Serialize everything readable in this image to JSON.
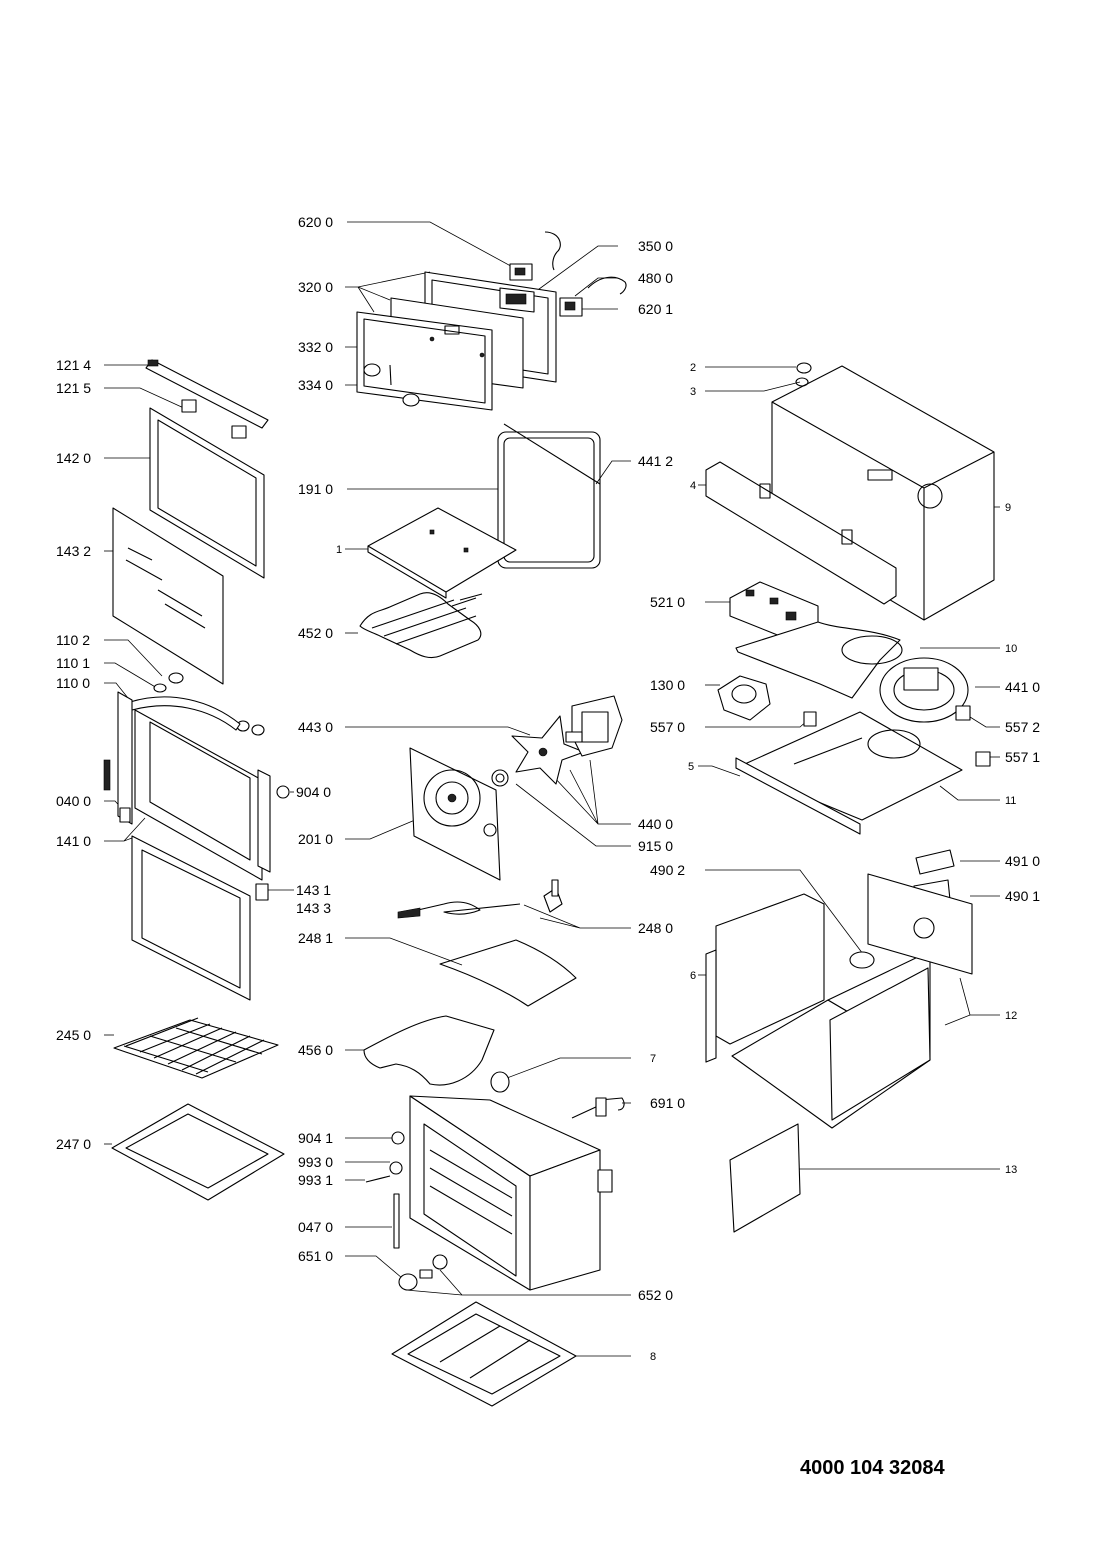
{
  "document_code": "4000 104 32084",
  "labels": {
    "l6200": "620 0",
    "l3500": "350 0",
    "l4800": "480 0",
    "l3200": "320 0",
    "l6201": "620 1",
    "l3320": "332 0",
    "l3340": "334 0",
    "l1214": "121 4",
    "l1215": "121 5",
    "l2": "2",
    "l3": "3",
    "l1420": "142 0",
    "l4412": "441 2",
    "l1910": "191 0",
    "l4": "4",
    "l9": "9",
    "l1": "1",
    "l1432": "143 2",
    "l4520": "452 0",
    "l5210": "521 0",
    "l10": "10",
    "l1102": "110 2",
    "l1101": "110 1",
    "l1100": "110 0",
    "l1300": "130 0",
    "l4410": "441 0",
    "l4430": "443 0",
    "l5570": "557 0",
    "l5572": "557 2",
    "l5571": "557 1",
    "l0400": "040 0",
    "l9040": "904 0",
    "l5": "5",
    "l11": "11",
    "l1410": "141 0",
    "l2010": "201 0",
    "l4400": "440 0",
    "l9150": "915 0",
    "l4910": "491 0",
    "l4902": "490 2",
    "l4901": "490 1",
    "l1431": "143 1",
    "l1433": "143 3",
    "l2480": "248 0",
    "l2481": "248 1",
    "l6": "6",
    "l12": "12",
    "l2450": "245 0",
    "l4560": "456 0",
    "l7": "7",
    "l6910": "691 0",
    "l2470": "247 0",
    "l9041": "904 1",
    "l9930": "993 0",
    "l9931": "993 1",
    "l13": "13",
    "l0470": "047 0",
    "l6510": "651 0",
    "l6520": "652 0",
    "l8": "8"
  }
}
